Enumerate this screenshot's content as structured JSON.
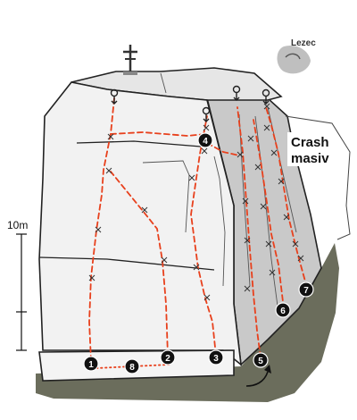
{
  "logo": {
    "text": "Lezec"
  },
  "labels": {
    "crash_line1": "Crash",
    "crash_line2": "masiv"
  },
  "scale": {
    "label": "10m"
  },
  "routes": [
    "1",
    "2",
    "3",
    "4",
    "5",
    "6",
    "7",
    "8"
  ],
  "colors": {
    "route": "#e8401c",
    "rock_front": "#f2f2f2",
    "rock_side": "#c9c9c9",
    "ground": "#6b6d5c",
    "badge": "#111111"
  },
  "icons": [
    "summit-cross-icon",
    "anchor-icon",
    "lezec-logo-icon",
    "arrow-icon"
  ]
}
